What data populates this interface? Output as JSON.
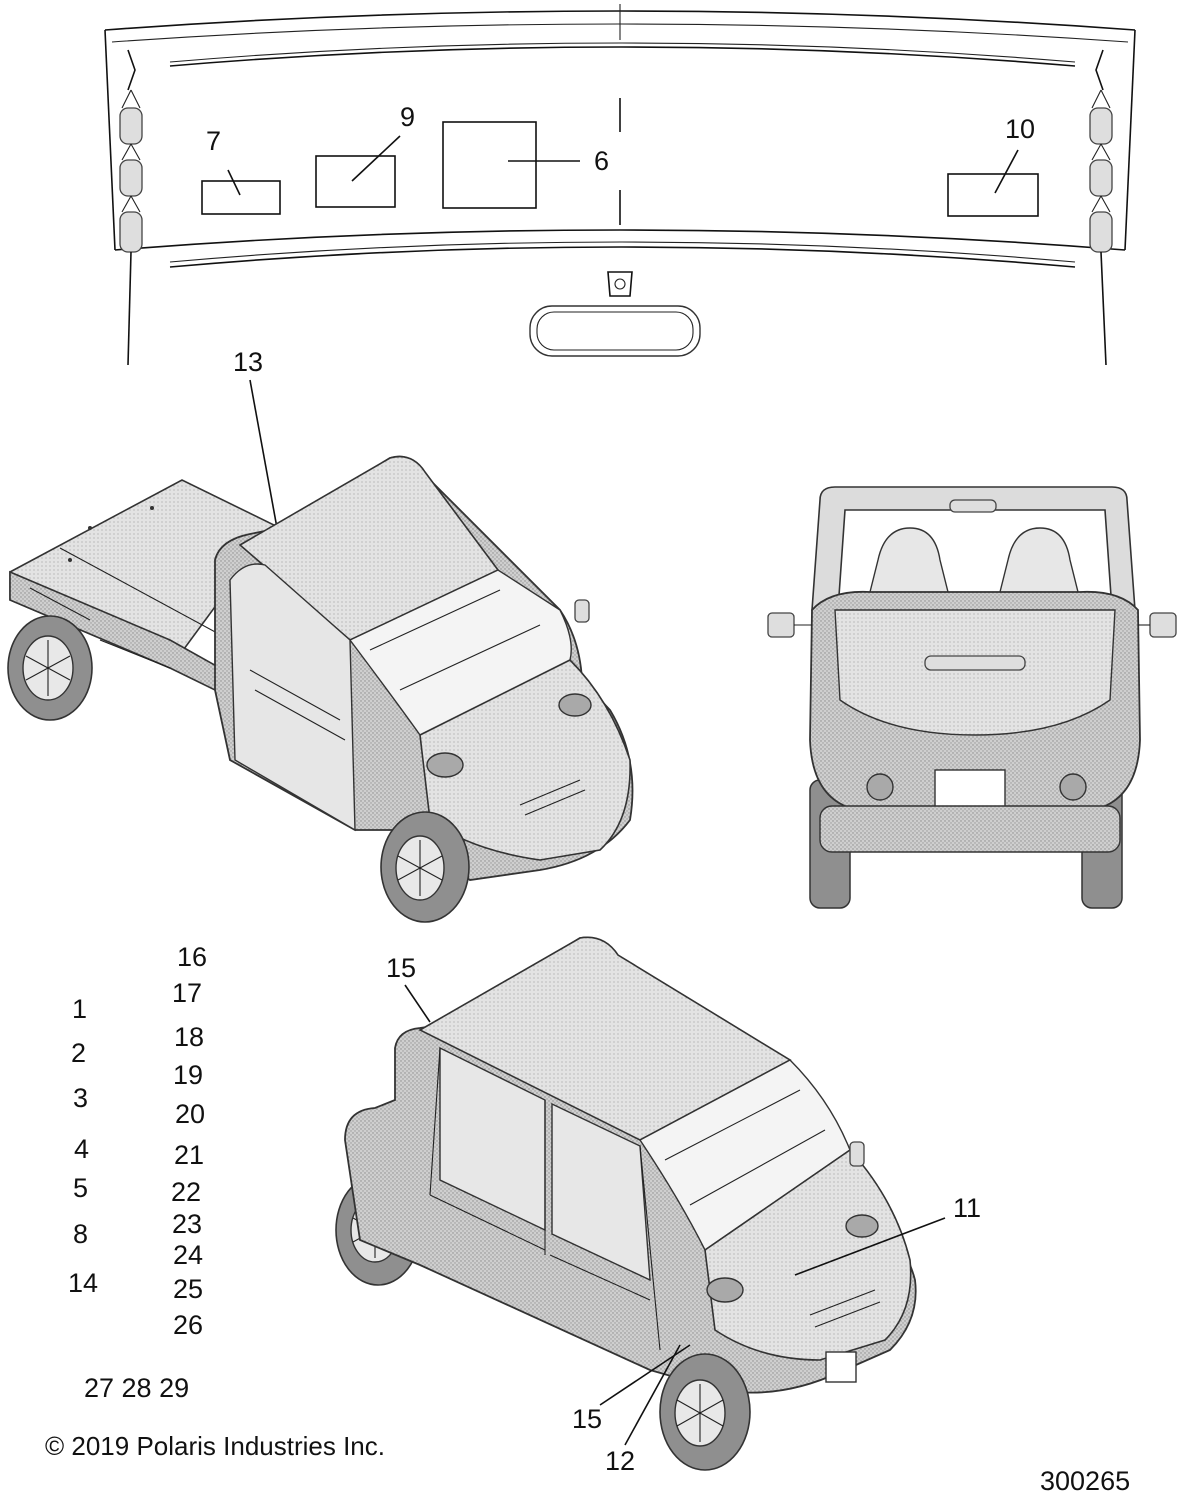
{
  "diagram": {
    "callouts": {
      "c6": "6",
      "c7": "7",
      "c9": "9",
      "c10": "10",
      "c13": "13",
      "c15a": "15",
      "c11": "11",
      "c15b": "15",
      "c12": "12"
    },
    "left_list": [
      "1",
      "2",
      "3",
      "4",
      "5",
      "8",
      "14"
    ],
    "mid_list": [
      "16",
      "17",
      "18",
      "19",
      "20",
      "21",
      "22",
      "23",
      "24",
      "25",
      "26"
    ],
    "bottom_row": "27 28 29",
    "copyright": "© 2019 Polaris Industries Inc.",
    "figure_number": "300265"
  }
}
